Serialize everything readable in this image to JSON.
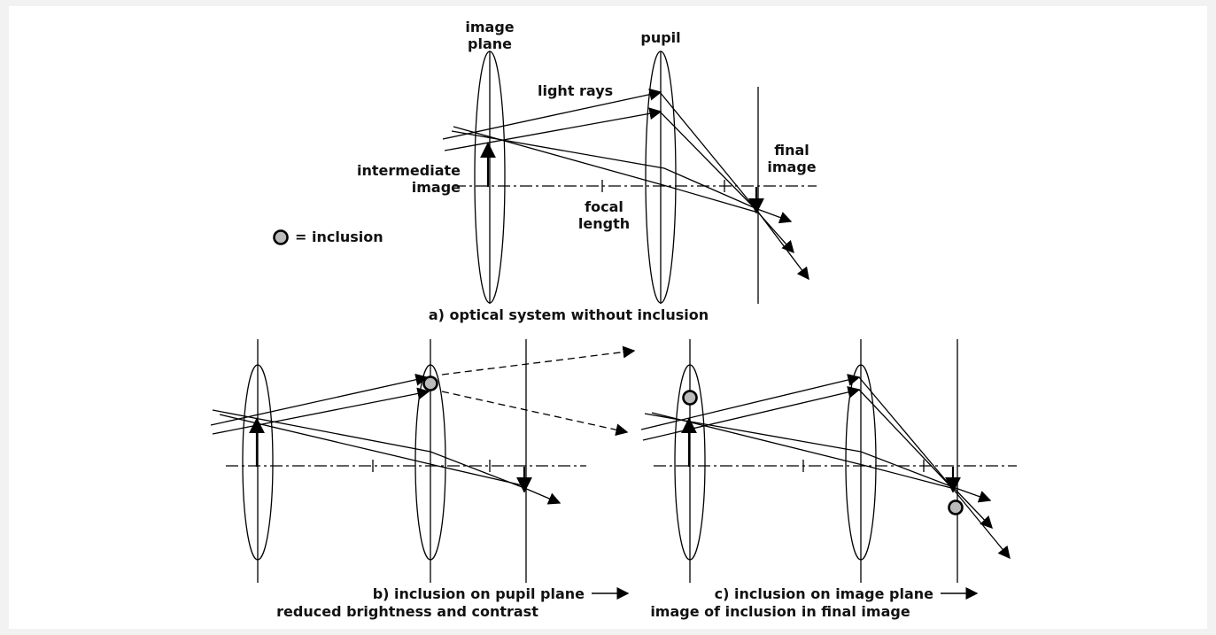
{
  "labels": {
    "image_plane_1": "image",
    "image_plane_2": "plane",
    "pupil": "pupil",
    "light_rays": "light rays",
    "intermediate_1": "intermediate",
    "intermediate_2": "image",
    "final_1": "final",
    "final_2": "image",
    "focal_1": "focal",
    "focal_2": "length",
    "legend": "= inclusion"
  },
  "captions": {
    "a": "a) optical system without inclusion",
    "b_1": "b) inclusion on pupil plane",
    "b_2": "reduced brightness and contrast",
    "c_1": "c) inclusion on image plane",
    "c_2": "image of inclusion in final image"
  },
  "icons": {
    "inclusion": "circle-gray-fill-black-outline",
    "arrow": "right-arrow"
  },
  "colors": {
    "background": "#f2f2f2",
    "panel": "#ffffff",
    "stroke": "#000000",
    "inclusion_fill": "#bbbbbb"
  }
}
